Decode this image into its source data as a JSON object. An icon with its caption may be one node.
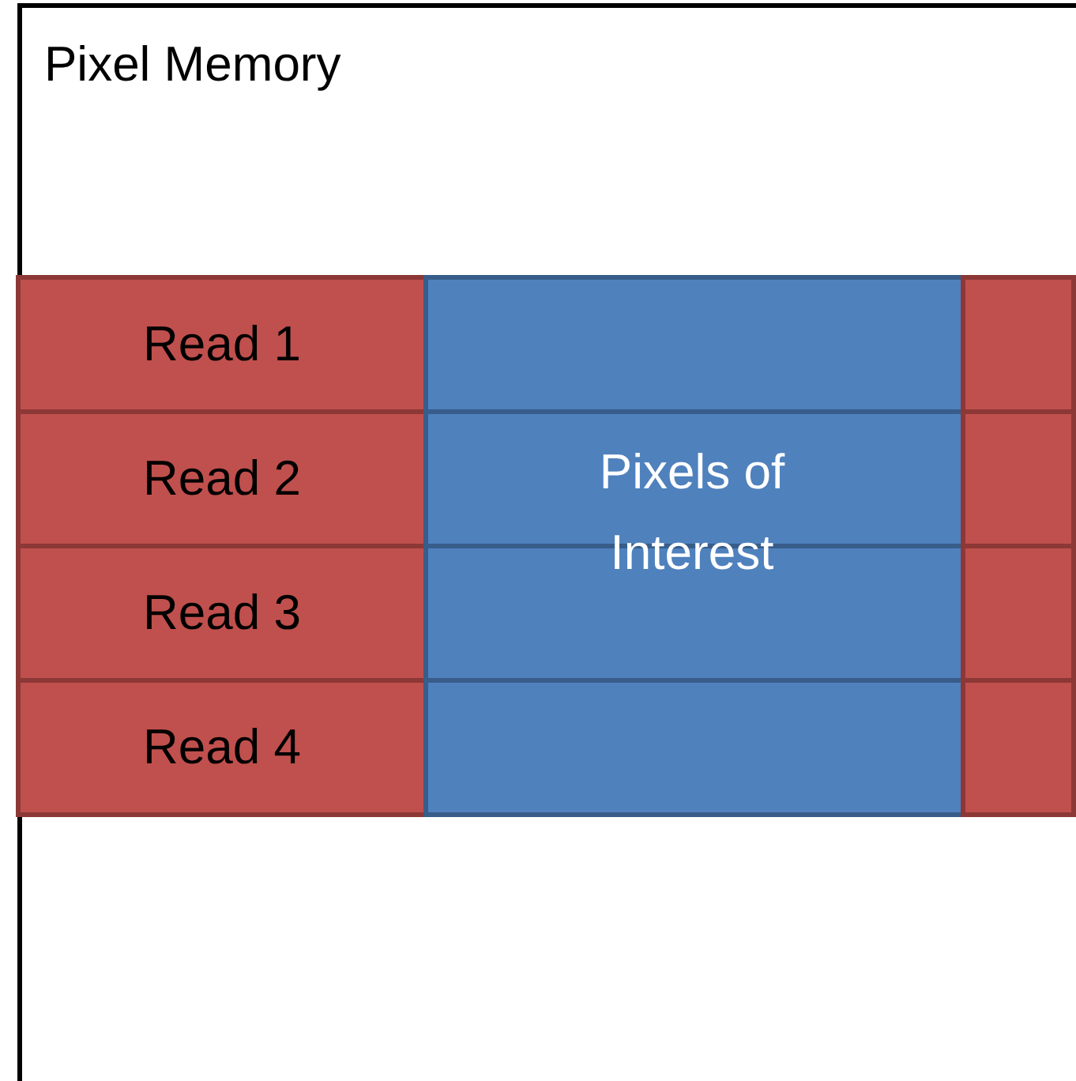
{
  "diagram": {
    "nodes": [
      {
        "text": [
          "Pixel Memory"
        ]
      },
      {
        "text": [
          "Read 1"
        ],
        "in": 0
      },
      {
        "text": [],
        "shape": "box",
        "in": 0
      },
      {
        "text": [],
        "shape": "box",
        "in": 0
      },
      {
        "text": [
          "Read 2"
        ],
        "in": 0
      },
      {
        "text": [],
        "shape": "box",
        "in": 0
      },
      {
        "text": [],
        "shape": "box",
        "in": 0
      },
      {
        "text": [
          "Read 3"
        ],
        "in": 0
      },
      {
        "text": [],
        "shape": "box",
        "in": 0
      },
      {
        "text": [],
        "shape": "box",
        "in": 0
      },
      {
        "text": [
          "Read 4"
        ],
        "in": 0
      },
      {
        "text": [],
        "shape": "box",
        "in": 0
      },
      {
        "text": [],
        "shape": "box",
        "in": 0
      }
    ],
    "labels": [
      "Pixels of Interest"
    ]
  }
}
